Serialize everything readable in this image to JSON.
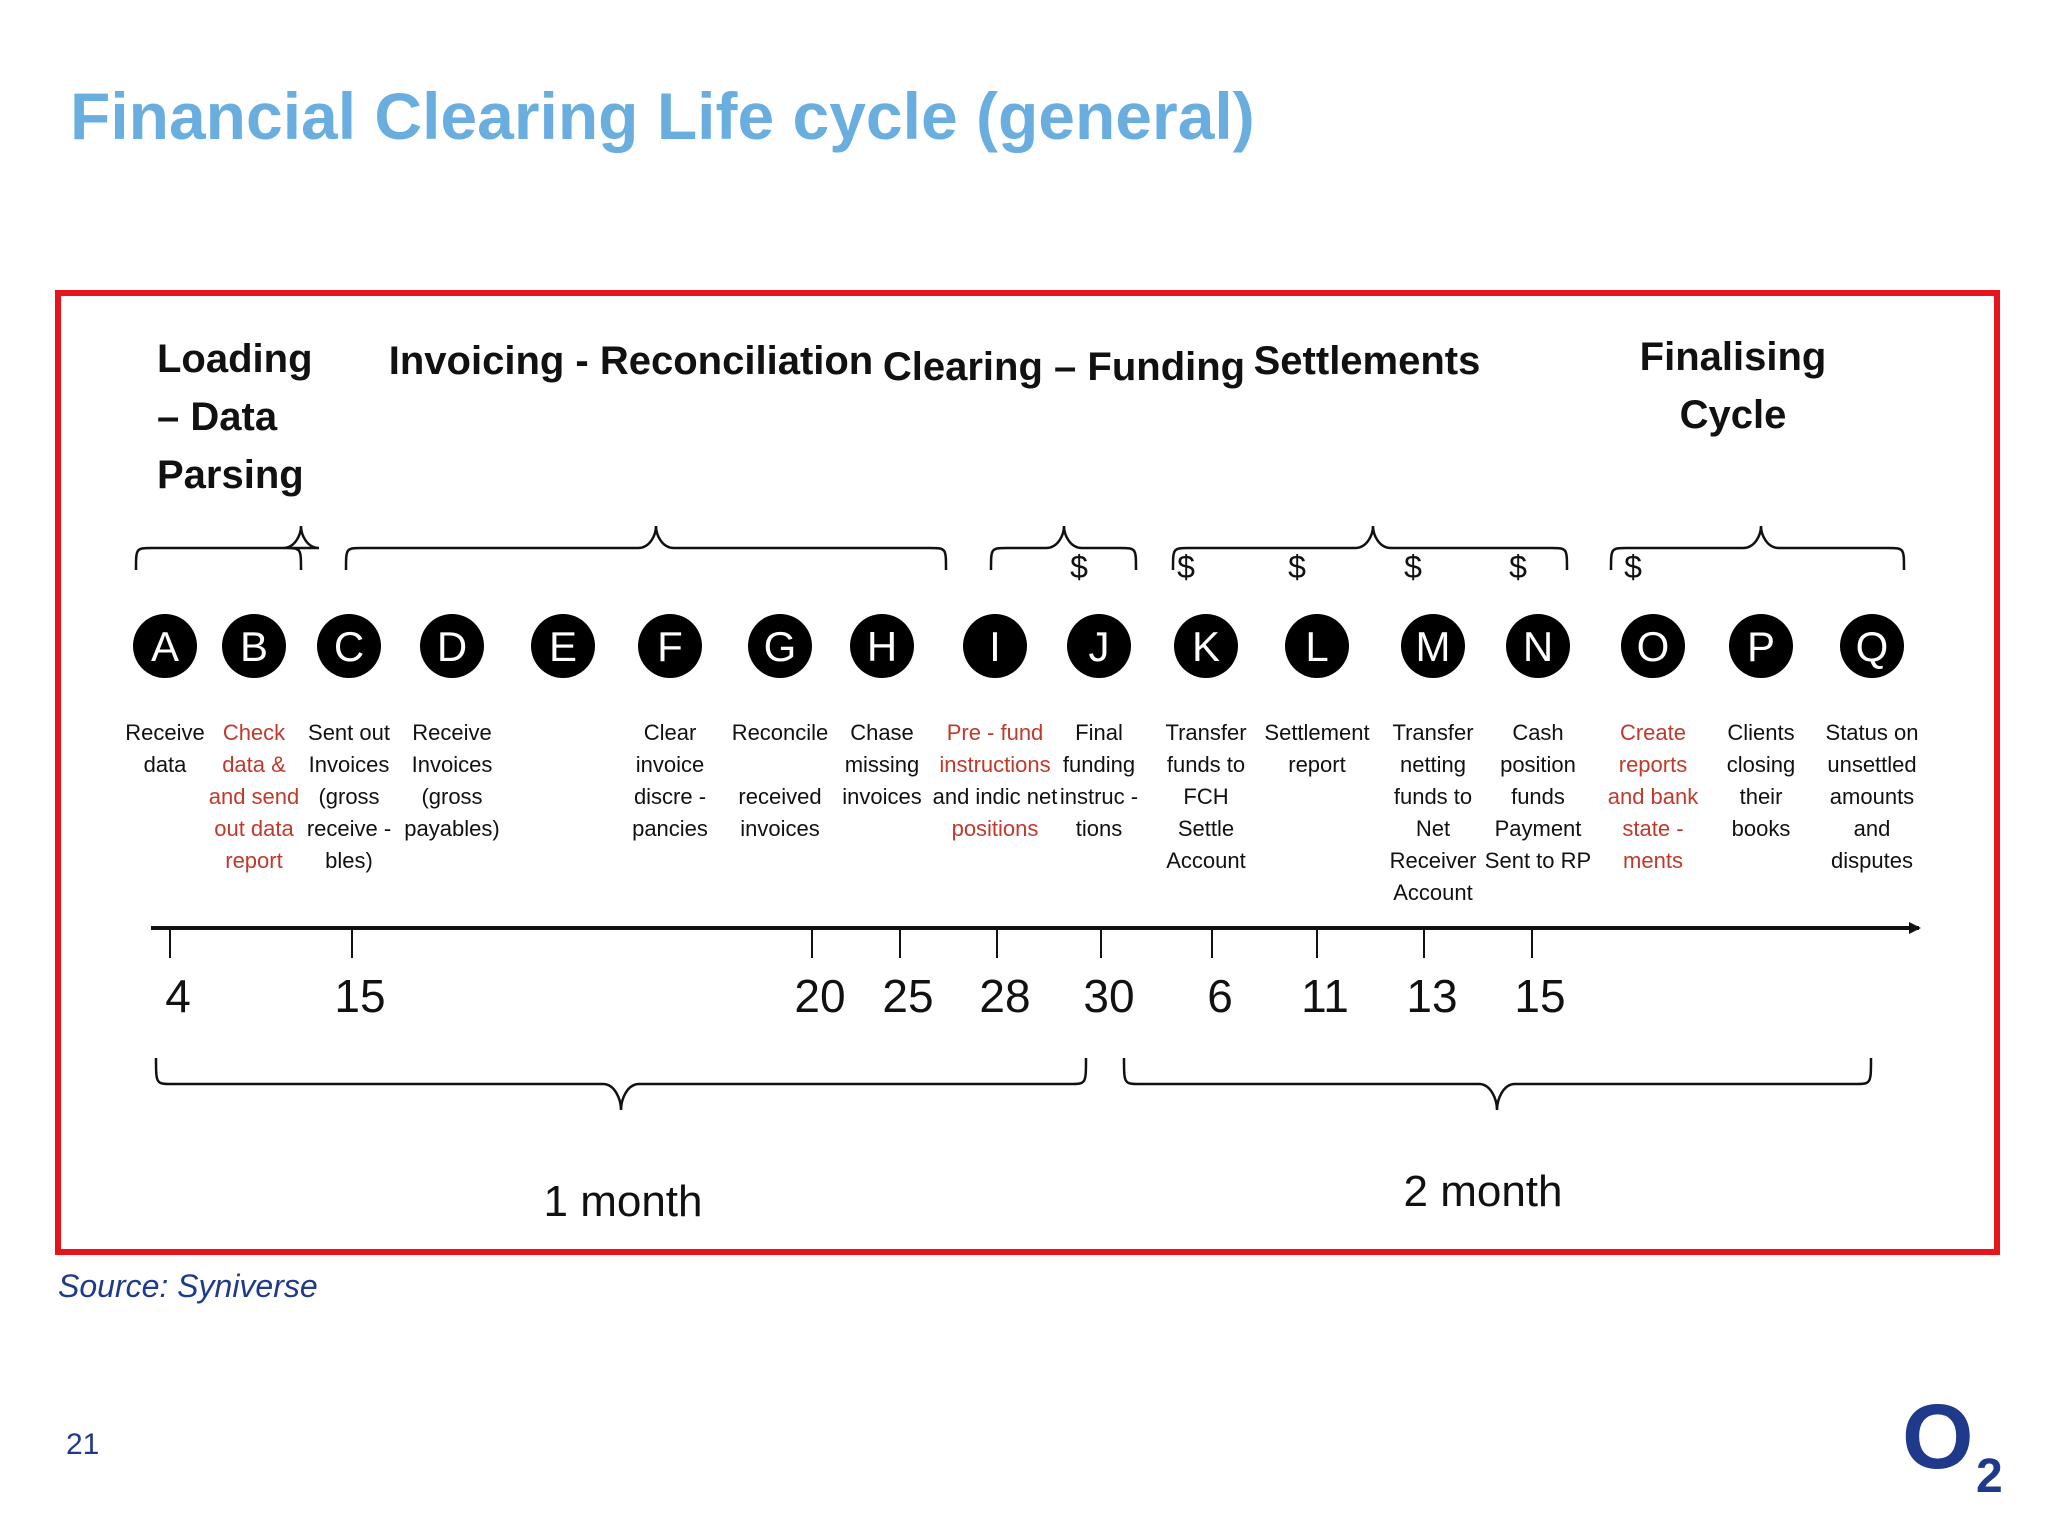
{
  "slide": {
    "title": "Financial Clearing Life cycle (general)",
    "source": "Source: Syniverse",
    "page_number": "21",
    "logo_text": "O",
    "logo_subscript": "2"
  },
  "colors": {
    "title": "#6aaee0",
    "frame_border": "#e8141b",
    "highlight_text": "#c0392b",
    "body_text": "#111111",
    "logo": "#1f3a8a"
  },
  "phases": [
    {
      "label_lines": [
        "Loading",
        "– Data",
        "Parsing"
      ]
    },
    {
      "label_lines": [
        "Invoicing - Reconciliation"
      ]
    },
    {
      "label_lines": [
        "Clearing – Funding"
      ]
    },
    {
      "label_lines": [
        "Settlements"
      ]
    },
    {
      "label_lines": [
        "Finalising",
        "Cycle"
      ]
    }
  ],
  "steps": [
    {
      "letter": "A",
      "dollar": false,
      "highlight": false,
      "desc_lines": [
        "Receive",
        "data"
      ]
    },
    {
      "letter": "B",
      "dollar": false,
      "highlight": true,
      "desc_lines": [
        "Check",
        "data &",
        "and send",
        "out data",
        "report"
      ]
    },
    {
      "letter": "C",
      "dollar": false,
      "highlight": false,
      "desc_lines": [
        "Sent out",
        "Invoices",
        "(gross",
        "receive -",
        "bles)"
      ]
    },
    {
      "letter": "D",
      "dollar": false,
      "highlight": false,
      "desc_lines": [
        "Receive",
        "Invoices",
        "(gross",
        "payables)"
      ]
    },
    {
      "letter": "E",
      "dollar": false,
      "highlight": false,
      "desc_lines": []
    },
    {
      "letter": "F",
      "dollar": false,
      "highlight": false,
      "desc_lines": [
        "Clear",
        "invoice",
        "discre -",
        "pancies"
      ]
    },
    {
      "letter": "G",
      "dollar": false,
      "highlight": false,
      "desc_lines": [
        "Reconcile",
        "",
        "received",
        "invoices"
      ]
    },
    {
      "letter": "H",
      "dollar": false,
      "highlight": false,
      "desc_lines": [
        "Chase",
        "missing",
        "invoices"
      ]
    },
    {
      "letter": "I",
      "dollar": false,
      "highlight": true,
      "desc_lines": [
        "Pre - fund",
        "instructions",
        "and indic net",
        "positions"
      ],
      "black_lines": [
        2
      ]
    },
    {
      "letter": "J",
      "dollar": true,
      "highlight": false,
      "desc_lines": [
        "Final",
        "funding",
        "instruc -",
        "tions"
      ]
    },
    {
      "letter": "K",
      "dollar": true,
      "highlight": false,
      "desc_lines": [
        "Transfer",
        "funds to",
        "FCH",
        "Settle",
        "Account"
      ]
    },
    {
      "letter": "L",
      "dollar": true,
      "highlight": false,
      "desc_lines": [
        "Settlement",
        "report"
      ]
    },
    {
      "letter": "M",
      "dollar": true,
      "highlight": false,
      "desc_lines": [
        "Transfer",
        "netting",
        "funds to",
        "Net",
        "Receiver",
        "Account"
      ]
    },
    {
      "letter": "N",
      "dollar": true,
      "highlight": false,
      "desc_lines": [
        "Cash",
        "position",
        "funds",
        "Payment",
        "Sent to RP"
      ]
    },
    {
      "letter": "O",
      "dollar": true,
      "highlight": true,
      "desc_lines": [
        "Create",
        "reports",
        "and bank",
        "state -",
        "ments"
      ]
    },
    {
      "letter": "P",
      "dollar": false,
      "highlight": false,
      "desc_lines": [
        "Clients",
        "closing",
        "their",
        "books"
      ]
    },
    {
      "letter": "Q",
      "dollar": false,
      "highlight": false,
      "desc_lines": [
        "Status on",
        "unsettled",
        "amounts",
        "and",
        "disputes"
      ]
    }
  ],
  "dollar_symbol": "$",
  "timeline": {
    "ticks": [
      "4",
      "15",
      "20",
      "25",
      "28",
      "30",
      "6",
      "11",
      "13",
      "15"
    ]
  },
  "periods": [
    {
      "label": "1 month"
    },
    {
      "label": "2  month"
    }
  ]
}
